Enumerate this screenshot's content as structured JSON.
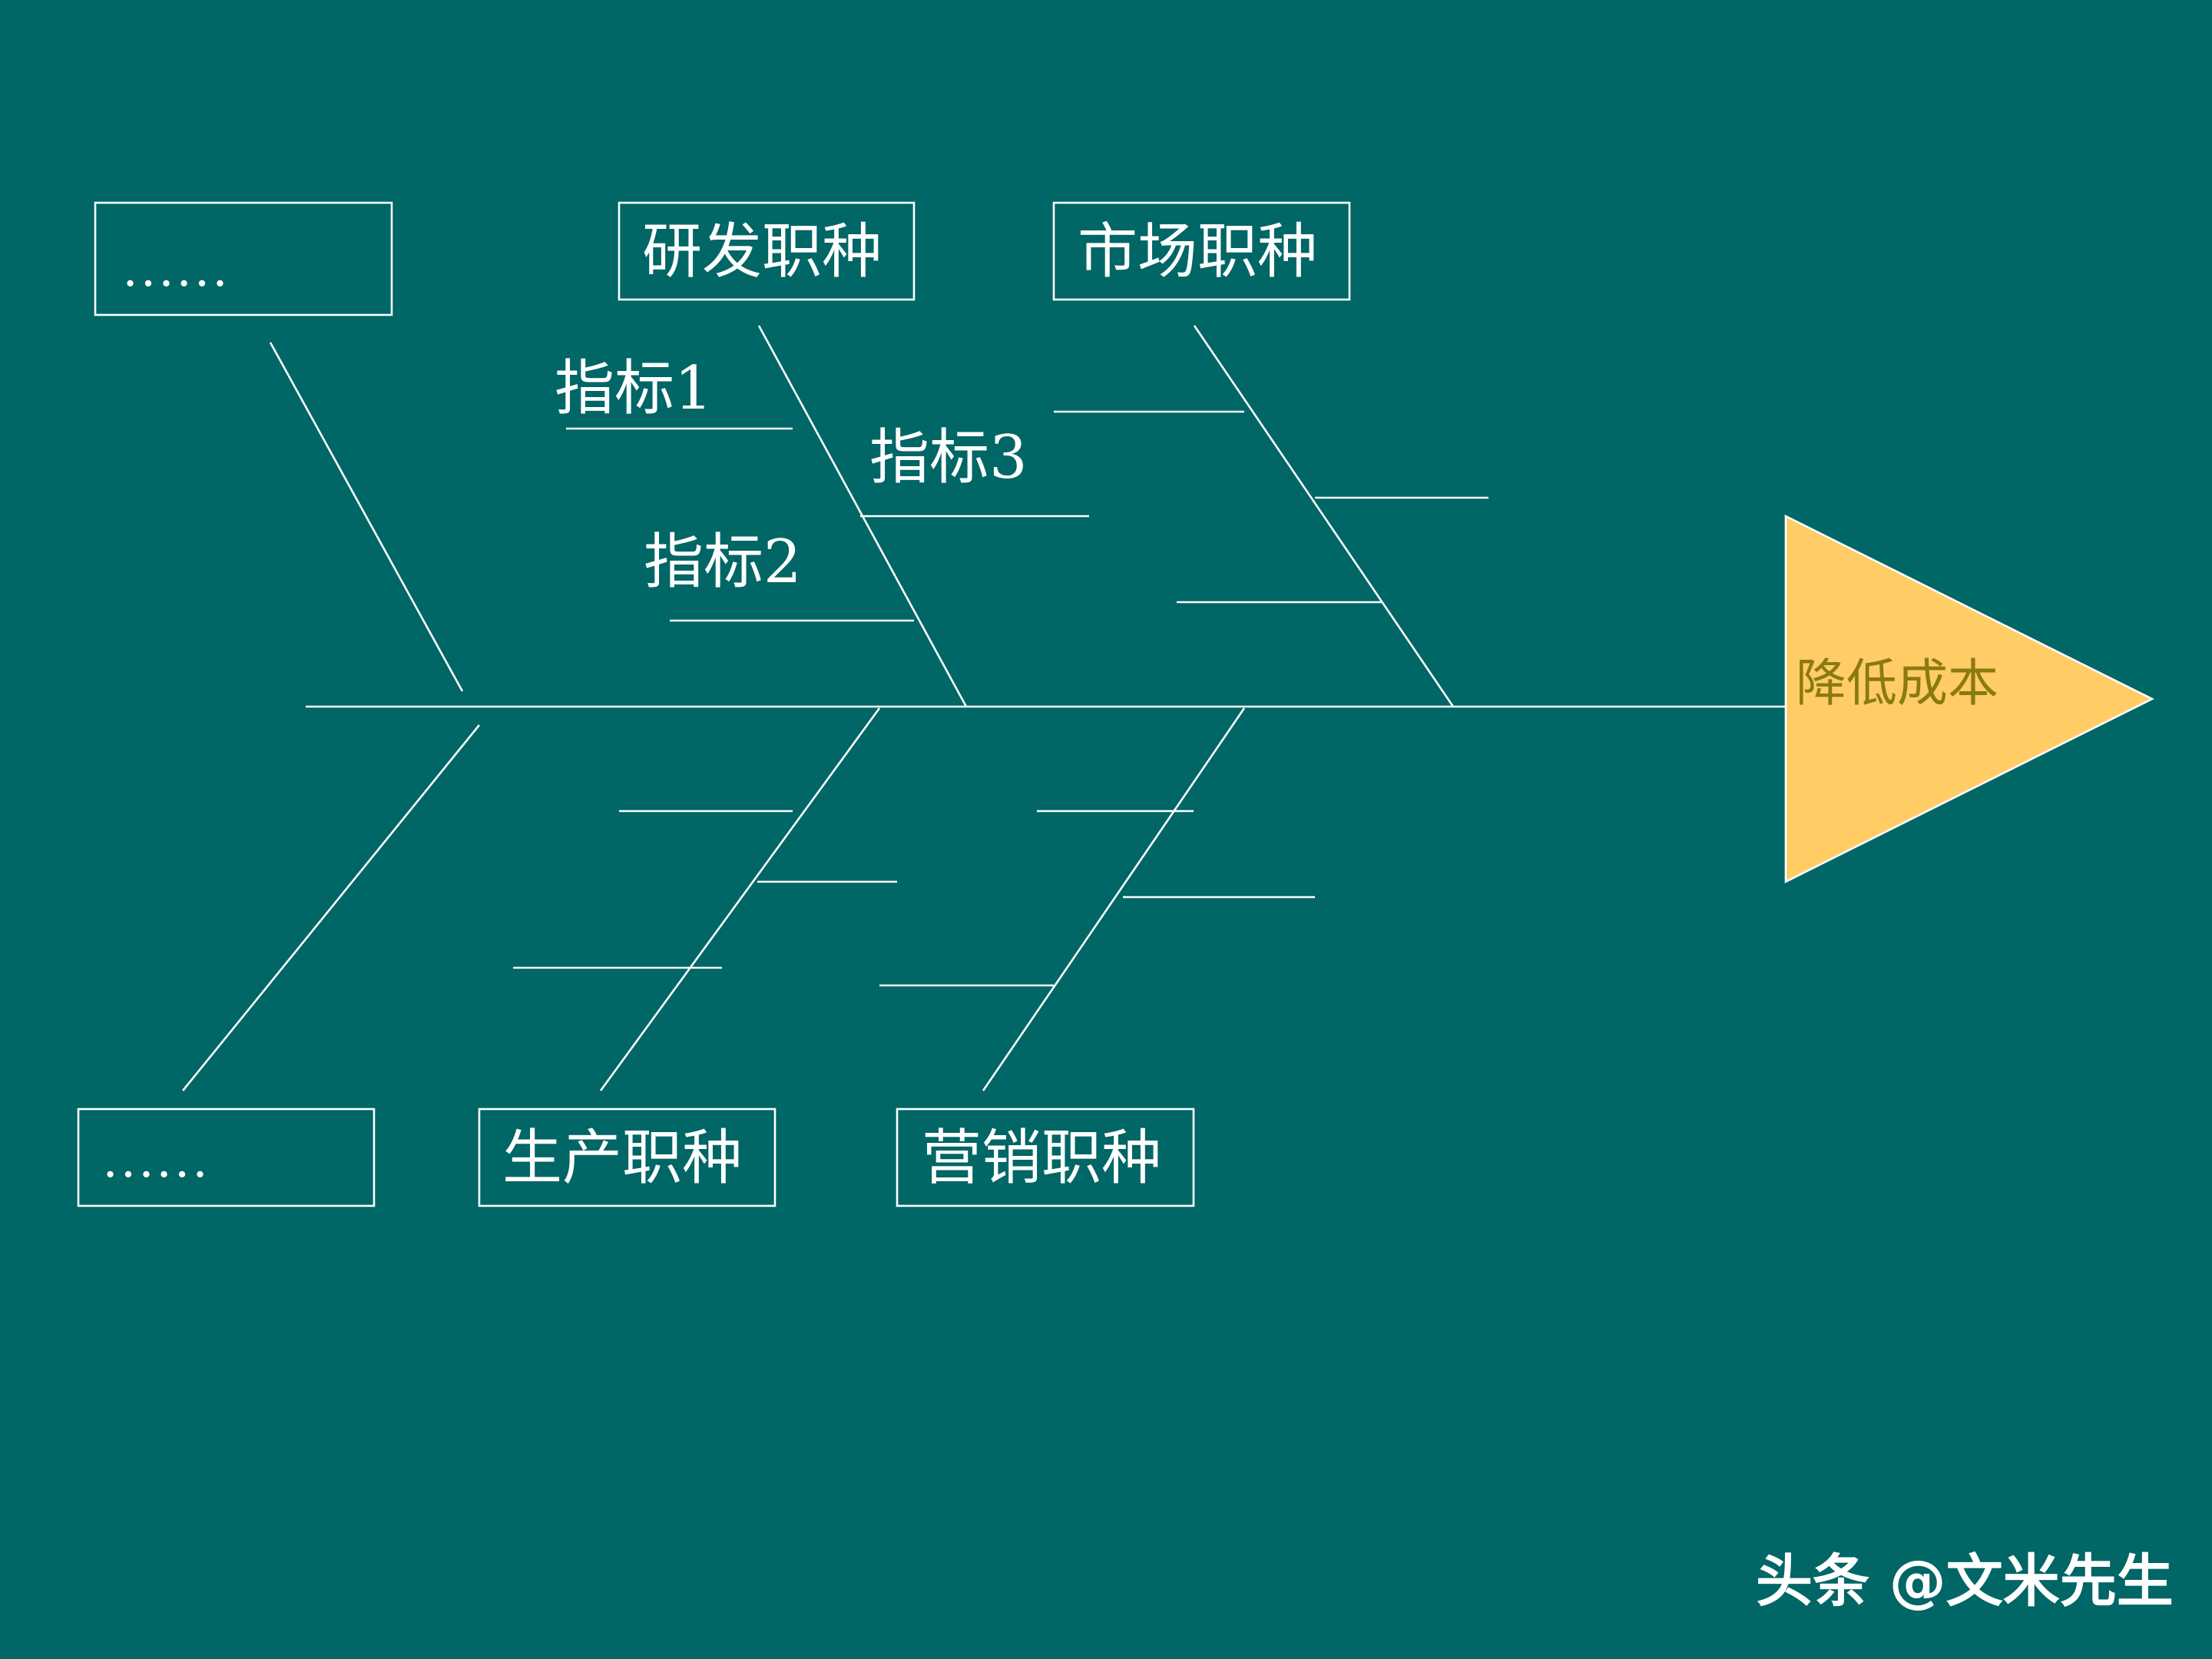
{
  "head": {
    "text": "降低成本",
    "fill": "#FFCC66"
  },
  "categories": {
    "top_left": "……",
    "top_mid": "研发职种",
    "top_right": "市场职种",
    "bottom_left": "……",
    "bottom_mid": "生产职种",
    "bottom_right": "营销职种"
  },
  "indicators": {
    "i1": "指标1",
    "i2": "指标2",
    "i3": "指标3"
  },
  "watermark": "头条 @文米先生",
  "colors": {
    "background": "#006666",
    "lines": "#FFFFFF",
    "head_text": "#8A7A10"
  }
}
